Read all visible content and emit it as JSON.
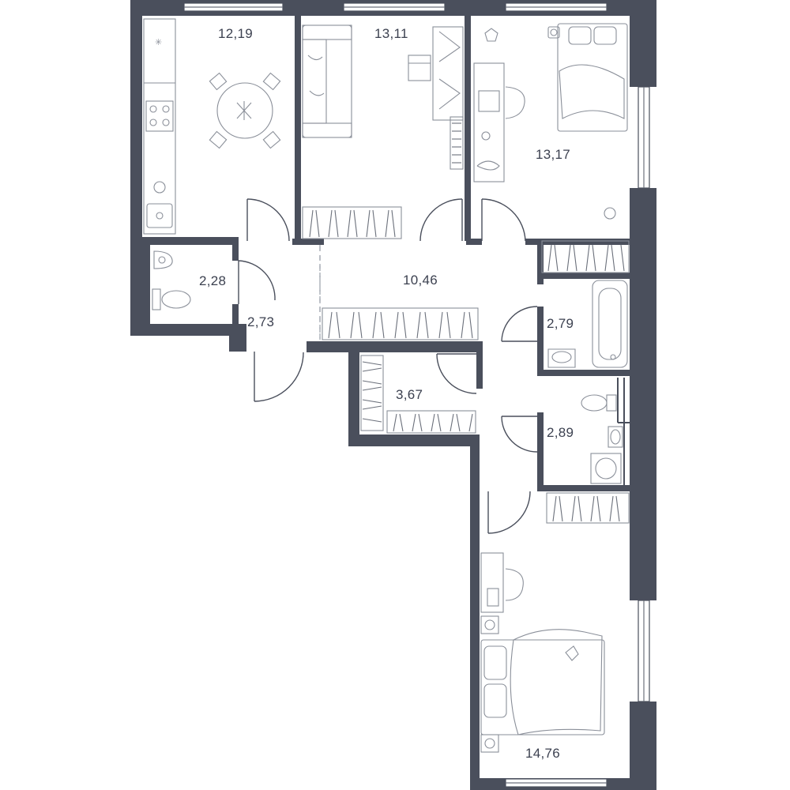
{
  "plan": {
    "rooms": [
      {
        "id": "kitchen",
        "area": "12,19"
      },
      {
        "id": "living",
        "area": "13,11"
      },
      {
        "id": "bedroom_1",
        "area": "13,17"
      },
      {
        "id": "wc",
        "area": "2,28"
      },
      {
        "id": "entry",
        "area": "2,73"
      },
      {
        "id": "hall",
        "area": "10,46"
      },
      {
        "id": "bath",
        "area": "2,79"
      },
      {
        "id": "storage",
        "area": "3,67"
      },
      {
        "id": "shower",
        "area": "2,89"
      },
      {
        "id": "bedroom_2",
        "area": "14,76"
      }
    ],
    "colors": {
      "wall": "#4a4f5c",
      "background": "#ffffff",
      "text": "#3c4150"
    }
  }
}
